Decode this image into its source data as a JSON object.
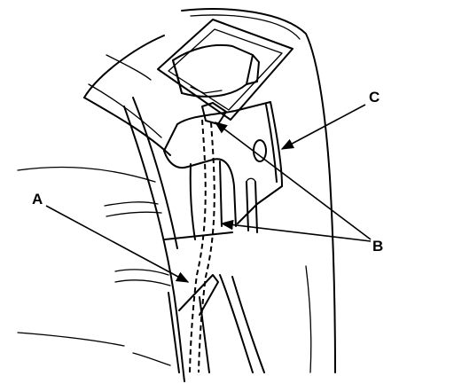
{
  "callouts": {
    "a": "A",
    "b": "B",
    "c": "C"
  }
}
